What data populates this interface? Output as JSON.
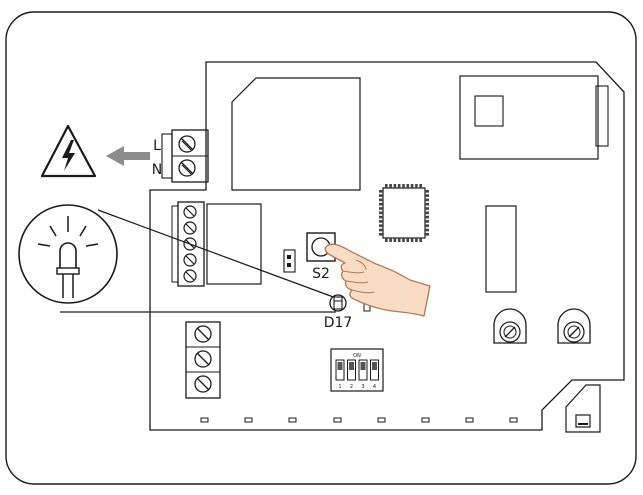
{
  "labels": {
    "terminal_l": "L",
    "terminal_n": "N",
    "button": "S2",
    "led": "D17"
  },
  "dip_switch": {
    "on_label": "ON",
    "numbers": [
      "1",
      "2",
      "3",
      "4"
    ]
  },
  "icons": {
    "warning": "high-voltage-warning-icon",
    "arrow": "arrow-left-icon",
    "led_zoom": "led-bulb-icon",
    "hand": "pointing-hand-icon"
  },
  "colors": {
    "outline": "#1a1a1a",
    "arrow": "#8c8c8c",
    "chip": "#444444",
    "skin": "#f8dcc4",
    "skin_stroke": "#b07a5a"
  }
}
